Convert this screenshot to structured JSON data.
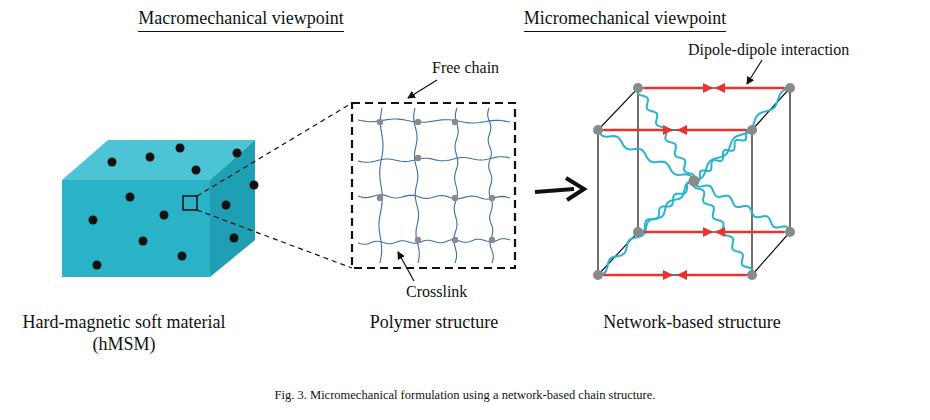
{
  "diagram": {
    "caption": "Fig. 3. Micromechanical formulation using a network-based chain structure.",
    "labels": [
      "Macromechanical viewpoint",
      "Micromechanical viewpoint",
      "Free chain",
      "Dipole-dipole interaction",
      "Crosslink",
      "Hard-magnetic soft material (hMSM)",
      "Polymer structure",
      "Network-based structure"
    ]
  }
}
